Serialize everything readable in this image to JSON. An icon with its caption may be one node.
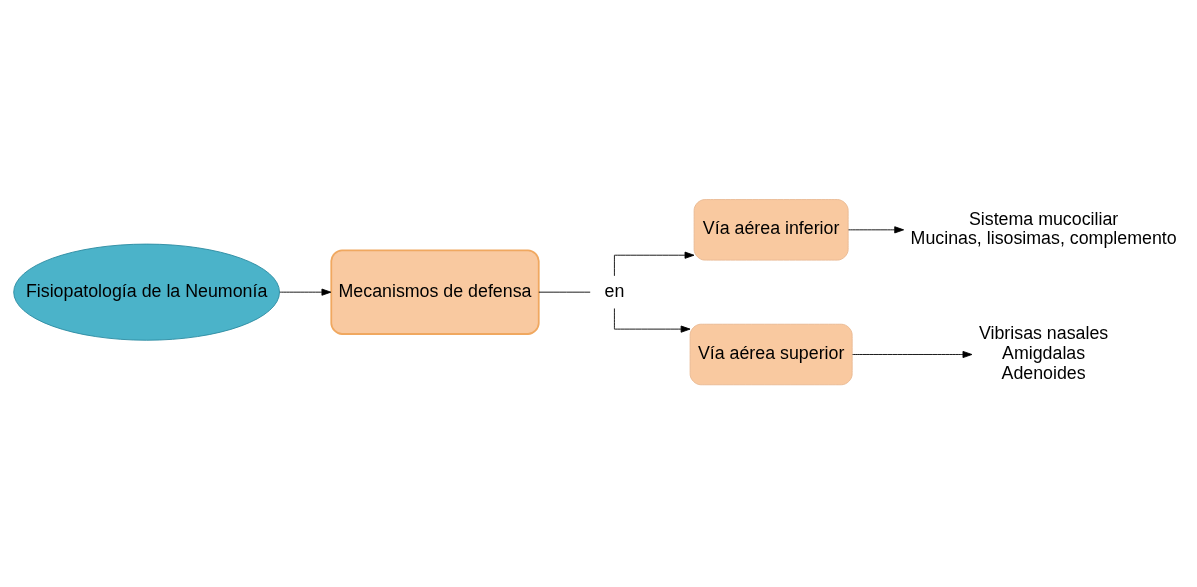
{
  "diagram": {
    "nodes": [
      {
        "text": [
          "Fisiopatología de la Neumonía"
        ]
      },
      {
        "text": [
          "Mecanismos de defensa"
        ]
      },
      {
        "text": [
          "en"
        ]
      },
      {
        "text": [
          "Vía aérea inferior"
        ]
      },
      {
        "text": [
          "Vía aérea superior"
        ]
      },
      {
        "text": [
          "Sistema mucociliar",
          "Mucinas, lisosimas, complemento"
        ]
      },
      {
        "text": [
          "Vibrisas nasales",
          "Amigdalas",
          "Adenoides"
        ]
      }
    ],
    "edges": [
      {
        "from": 0,
        "to": 1,
        "arrow": "to"
      },
      {
        "from": 1,
        "to": 2,
        "arrow": "none"
      },
      {
        "from": 2,
        "to": 3,
        "arrow": "to"
      },
      {
        "from": 2,
        "to": 4,
        "arrow": "to"
      },
      {
        "from": 3,
        "to": 5,
        "arrow": "to"
      },
      {
        "from": 4,
        "to": 6,
        "arrow": "to"
      }
    ]
  }
}
